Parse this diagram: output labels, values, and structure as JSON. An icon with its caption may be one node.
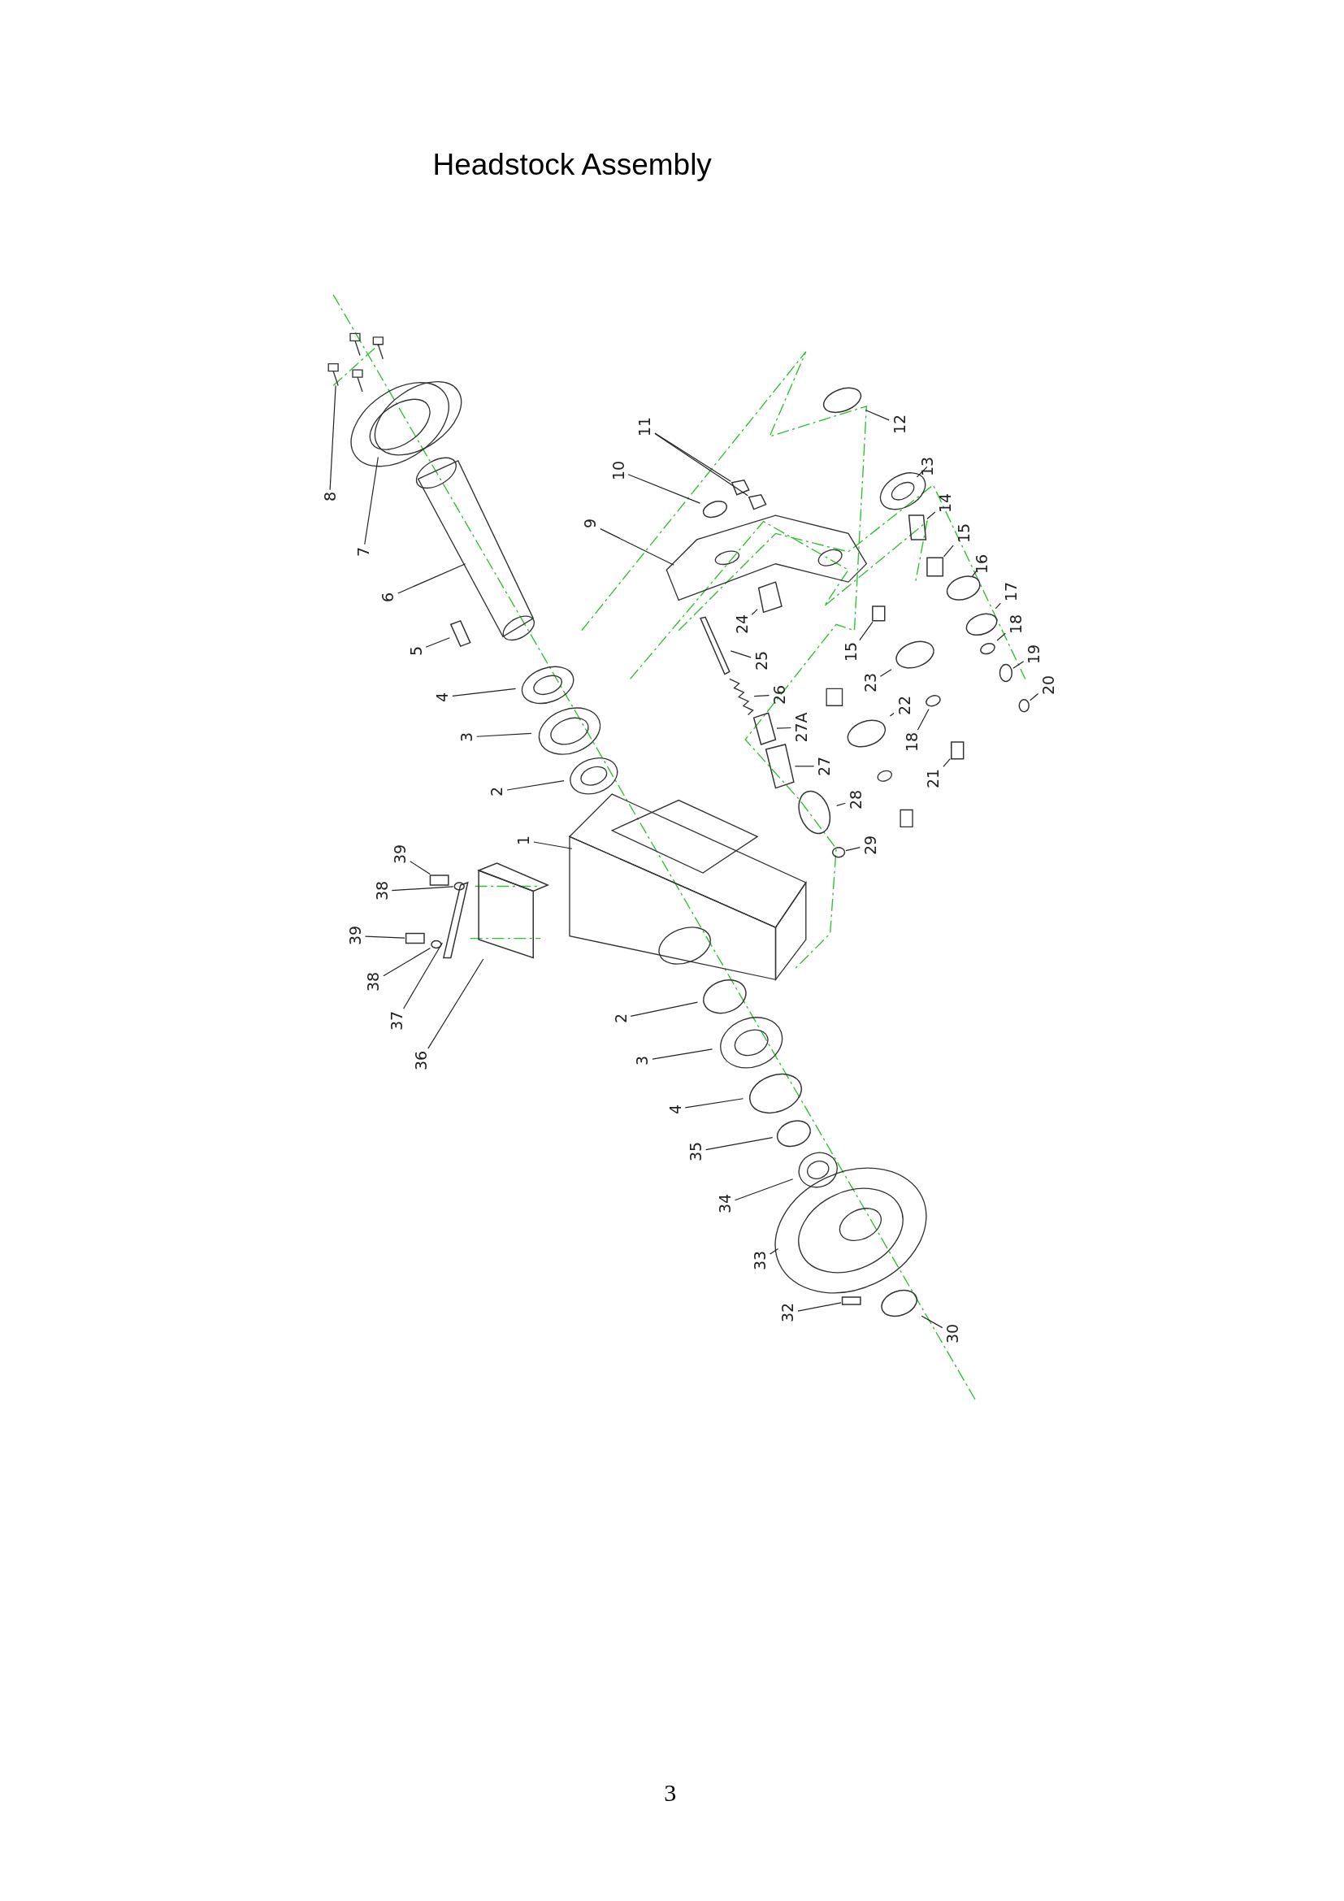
{
  "diagram": {
    "title": "Headstock Assembly",
    "nodes": [
      {
        "text": [
          "8"
        ]
      },
      {
        "text": [
          "7"
        ]
      },
      {
        "text": [
          "6"
        ]
      },
      {
        "text": [
          "5"
        ]
      },
      {
        "text": [
          "4"
        ]
      },
      {
        "text": [
          "3"
        ]
      },
      {
        "text": [
          "2"
        ]
      },
      {
        "text": [
          "1"
        ]
      },
      {
        "text": [
          "39"
        ]
      },
      {
        "text": [
          "38"
        ]
      },
      {
        "text": [
          "39"
        ]
      },
      {
        "text": [
          "38"
        ]
      },
      {
        "text": [
          "37"
        ]
      },
      {
        "text": [
          "36"
        ]
      },
      {
        "text": [
          "2"
        ]
      },
      {
        "text": [
          "3"
        ]
      },
      {
        "text": [
          "4"
        ]
      },
      {
        "text": [
          "35"
        ]
      },
      {
        "text": [
          "34"
        ]
      },
      {
        "text": [
          "33"
        ]
      },
      {
        "text": [
          "32"
        ]
      },
      {
        "text": [
          "30"
        ]
      },
      {
        "text": [
          "11"
        ]
      },
      {
        "text": [
          "10"
        ]
      },
      {
        "text": [
          "9"
        ]
      },
      {
        "text": [
          "24"
        ]
      },
      {
        "text": [
          "25"
        ]
      },
      {
        "text": [
          "26"
        ]
      },
      {
        "text": [
          "27A"
        ]
      },
      {
        "text": [
          "27"
        ]
      },
      {
        "text": [
          "28"
        ]
      },
      {
        "text": [
          "29"
        ]
      },
      {
        "text": [
          "12"
        ]
      },
      {
        "text": [
          "13"
        ]
      },
      {
        "text": [
          "14"
        ]
      },
      {
        "text": [
          "15"
        ]
      },
      {
        "text": [
          "16"
        ]
      },
      {
        "text": [
          "17"
        ]
      },
      {
        "text": [
          "18"
        ]
      },
      {
        "text": [
          "19"
        ]
      },
      {
        "text": [
          "20"
        ]
      },
      {
        "text": [
          "15"
        ]
      },
      {
        "text": [
          "23"
        ]
      },
      {
        "text": [
          "22"
        ]
      },
      {
        "text": [
          "18"
        ]
      },
      {
        "text": [
          "21"
        ]
      },
      {
        "text": [],
        "shape": "picture"
      },
      {
        "text": [],
        "shape": "picture"
      },
      {
        "text": [],
        "shape": "picture"
      },
      {
        "text": [],
        "shape": "box"
      },
      {
        "text": [],
        "shape": "picture"
      },
      {
        "text": [],
        "shape": "picture"
      },
      {
        "text": [],
        "shape": "picture"
      },
      {
        "text": [],
        "shape": "picture"
      },
      {
        "text": [],
        "shape": "box"
      },
      {
        "text": [],
        "shape": "circle"
      },
      {
        "text": [],
        "shape": "box"
      },
      {
        "text": [],
        "shape": "circle"
      },
      {
        "text": [],
        "shape": "box"
      },
      {
        "text": [],
        "shape": "box"
      },
      {
        "text": [],
        "shape": "circle"
      },
      {
        "text": [],
        "shape": "picture"
      },
      {
        "text": [],
        "shape": "circle"
      },
      {
        "text": [],
        "shape": "circle"
      },
      {
        "text": [],
        "shape": "picture"
      },
      {
        "text": [],
        "shape": "picture"
      },
      {
        "text": [],
        "shape": "box"
      },
      {
        "text": [],
        "shape": "circle"
      },
      {
        "text": [],
        "shape": "box"
      },
      {
        "text": [],
        "shape": "box"
      },
      {
        "text": [],
        "shape": "circle"
      },
      {
        "text": [],
        "shape": "picture"
      },
      {
        "text": [],
        "shape": "box"
      },
      {
        "text": [],
        "shape": "box"
      },
      {
        "text": [],
        "shape": "picture"
      },
      {
        "text": [],
        "shape": "box"
      },
      {
        "text": [],
        "shape": "box"
      },
      {
        "text": [],
        "shape": "circle"
      },
      {
        "text": [],
        "shape": "circle"
      },
      {
        "text": [],
        "shape": "circle"
      },
      {
        "text": [],
        "shape": "picture"
      },
      {
        "text": [],
        "shape": "box"
      },
      {
        "text": [],
        "shape": "box"
      },
      {
        "text": [],
        "shape": "circle"
      },
      {
        "text": [],
        "shape": "circle"
      },
      {
        "text": [],
        "shape": "circle"
      },
      {
        "text": [],
        "shape": "circle"
      },
      {
        "text": [],
        "shape": "circle"
      },
      {
        "text": [],
        "shape": "box"
      },
      {
        "text": [],
        "shape": "circle"
      },
      {
        "text": [],
        "shape": "circle"
      },
      {
        "text": [],
        "shape": "circle"
      },
      {
        "text": [],
        "shape": "box"
      }
    ],
    "edges": [
      {
        "from": 0,
        "to": 46,
        "arrow": "none"
      },
      {
        "from": 1,
        "to": 47,
        "arrow": "none"
      },
      {
        "from": 2,
        "to": 48,
        "arrow": "none"
      },
      {
        "from": 3,
        "to": 49,
        "arrow": "none"
      },
      {
        "from": 4,
        "to": 50,
        "arrow": "none"
      },
      {
        "from": 5,
        "to": 51,
        "arrow": "none"
      },
      {
        "from": 6,
        "to": 52,
        "arrow": "none"
      },
      {
        "from": 7,
        "to": 53,
        "arrow": "none"
      },
      {
        "from": 8,
        "to": 54,
        "arrow": "none"
      },
      {
        "from": 9,
        "to": 55,
        "arrow": "none"
      },
      {
        "from": 10,
        "to": 56,
        "arrow": "none"
      },
      {
        "from": 11,
        "to": 57,
        "arrow": "none"
      },
      {
        "from": 12,
        "to": 58,
        "arrow": "none"
      },
      {
        "from": 13,
        "to": 59,
        "arrow": "none"
      },
      {
        "from": 14,
        "to": 60,
        "arrow": "none"
      },
      {
        "from": 15,
        "to": 61,
        "arrow": "none"
      },
      {
        "from": 16,
        "to": 62,
        "arrow": "none"
      },
      {
        "from": 17,
        "to": 63,
        "arrow": "none"
      },
      {
        "from": 18,
        "to": 64,
        "arrow": "none"
      },
      {
        "from": 19,
        "to": 65,
        "arrow": "none"
      },
      {
        "from": 20,
        "to": 66,
        "arrow": "none"
      },
      {
        "from": 21,
        "to": 67,
        "arrow": "none"
      },
      {
        "from": 22,
        "to": 68,
        "arrow": "none"
      },
      {
        "from": 22,
        "to": 69,
        "arrow": "none"
      },
      {
        "from": 23,
        "to": 70,
        "arrow": "none"
      },
      {
        "from": 24,
        "to": 71,
        "arrow": "none"
      },
      {
        "from": 25,
        "to": 72,
        "arrow": "none"
      },
      {
        "from": 26,
        "to": 73,
        "arrow": "none"
      },
      {
        "from": 27,
        "to": 74,
        "arrow": "none"
      },
      {
        "from": 28,
        "to": 75,
        "arrow": "none"
      },
      {
        "from": 29,
        "to": 76,
        "arrow": "none"
      },
      {
        "from": 30,
        "to": 77,
        "arrow": "none"
      },
      {
        "from": 31,
        "to": 78,
        "arrow": "none"
      },
      {
        "from": 32,
        "to": 79,
        "arrow": "none"
      },
      {
        "from": 33,
        "to": 80,
        "arrow": "none"
      },
      {
        "from": 34,
        "to": 81,
        "arrow": "none"
      },
      {
        "from": 35,
        "to": 82,
        "arrow": "none"
      },
      {
        "from": 36,
        "to": 83,
        "arrow": "none"
      },
      {
        "from": 37,
        "to": 84,
        "arrow": "none"
      },
      {
        "from": 38,
        "to": 85,
        "arrow": "none"
      },
      {
        "from": 39,
        "to": 86,
        "arrow": "none"
      },
      {
        "from": 40,
        "to": 87,
        "arrow": "none"
      },
      {
        "from": 41,
        "to": 88,
        "arrow": "none"
      },
      {
        "from": 42,
        "to": 89,
        "arrow": "none"
      },
      {
        "from": 43,
        "to": 90,
        "arrow": "none"
      },
      {
        "from": 44,
        "to": 91,
        "arrow": "none"
      },
      {
        "from": 45,
        "to": 92,
        "arrow": "none"
      }
    ],
    "labels": [
      "3"
    ]
  }
}
